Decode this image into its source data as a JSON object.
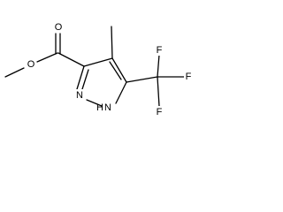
{
  "structure": {
    "atoms": {
      "carbonyl_oxygen": "O",
      "ester_oxygen": "O",
      "ring_nitrogen_2": "N",
      "ring_nitrogen_1": "N",
      "ring_nh_hydrogen": "H",
      "fluorine_top": "F",
      "fluorine_right": "F",
      "fluorine_bottom": "F"
    },
    "colors": {
      "bond": "#000000",
      "label": "#000000",
      "background": "#ffffff"
    }
  }
}
